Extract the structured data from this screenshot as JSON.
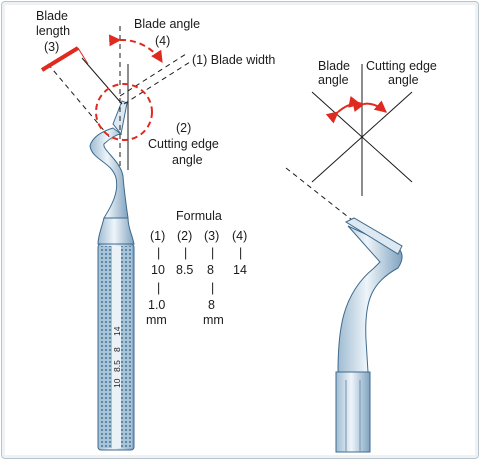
{
  "labels": {
    "blade_length_line1": "Blade",
    "blade_length_line2": "length",
    "blade_length_num": "(3)",
    "blade_angle_main": "Blade angle",
    "blade_angle_num": "(4)",
    "blade_width": "(1) Blade width",
    "cutting_edge_num": "(2)",
    "cutting_edge_line1": "Cutting edge",
    "cutting_edge_line2": "angle",
    "right_blade_line1": "Blade",
    "right_blade_line2": "angle",
    "right_cutting_line1": "Cutting edge",
    "right_cutting_line2": "angle"
  },
  "formula": {
    "title": "Formula",
    "columns": [
      {
        "num": "(1)",
        "value": "10",
        "dash": "|",
        "extra": "1.0",
        "unit": "mm"
      },
      {
        "num": "(2)",
        "value": "8.5",
        "dash": "|",
        "extra": "",
        "unit": ""
      },
      {
        "num": "(3)",
        "value": "8",
        "dash": "|",
        "extra": "8",
        "unit": "mm"
      },
      {
        "num": "(4)",
        "value": "14",
        "dash": "|",
        "extra": "",
        "unit": ""
      }
    ]
  },
  "handle_text": [
    "10",
    "8.5",
    "8",
    "14"
  ],
  "colors": {
    "accent": "#e02a1f",
    "steel": "#5f87a8",
    "steel_light": "#d9e6ef",
    "steel_dark": "#3f6a8c",
    "line": "#1b1b1b"
  }
}
